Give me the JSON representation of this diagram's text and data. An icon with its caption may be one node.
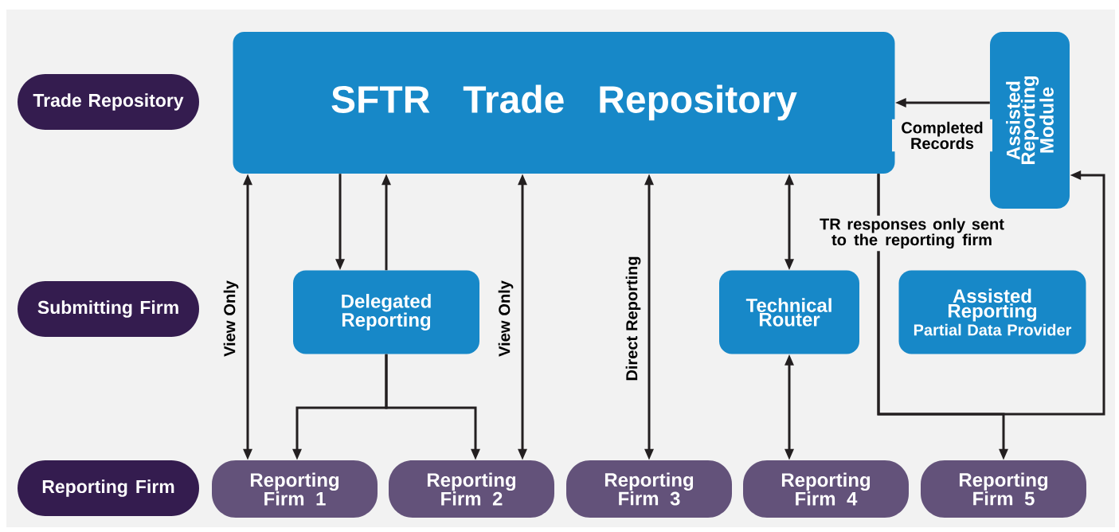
{
  "diagram": {
    "nodes": [
      {
        "text": [
          "Trade Repository"
        ]
      },
      {
        "text": [
          "Submitting Firm"
        ]
      },
      {
        "text": [
          "Reporting Firm"
        ]
      },
      {
        "text": [
          "SFTR Trade Repository"
        ]
      },
      {
        "text": [
          "Assisted Reporting Module"
        ]
      },
      {
        "text": [
          "Delegated Reporting"
        ]
      },
      {
        "text": [
          "Technical Router"
        ]
      },
      {
        "text": [
          "Assisted Reporting",
          "Partial Data Provider"
        ]
      },
      {
        "text": [
          "Reporting Firm 1"
        ]
      },
      {
        "text": [
          "Reporting Firm 2"
        ]
      },
      {
        "text": [
          "Reporting Firm 3"
        ]
      },
      {
        "text": [
          "Reporting Firm 4"
        ]
      },
      {
        "text": [
          "Reporting Firm 5"
        ]
      }
    ],
    "edges": [
      {
        "from": 3,
        "to": 8,
        "arrow": "both",
        "label": "View Only"
      },
      {
        "from": 3,
        "to": 5,
        "arrow": "to"
      },
      {
        "from": 5,
        "to": 3,
        "arrow": "to"
      },
      {
        "from": 5,
        "to": 8,
        "arrow": "to"
      },
      {
        "from": 5,
        "to": 9,
        "arrow": "to"
      },
      {
        "from": 3,
        "to": 9,
        "arrow": "both",
        "label": "View Only"
      },
      {
        "from": 3,
        "to": 10,
        "arrow": "both",
        "label": "Direct Reporting"
      },
      {
        "from": 3,
        "to": 6,
        "arrow": "both"
      },
      {
        "from": 6,
        "to": 11,
        "arrow": "both"
      },
      {
        "from": 4,
        "to": 3,
        "arrow": "to",
        "label": "Completed Records"
      },
      {
        "from": 3,
        "to": 12,
        "arrow": "to",
        "label": "TR responses only sent to the reporting firm"
      },
      {
        "from": 3,
        "to": 4,
        "arrow": "to"
      }
    ]
  }
}
